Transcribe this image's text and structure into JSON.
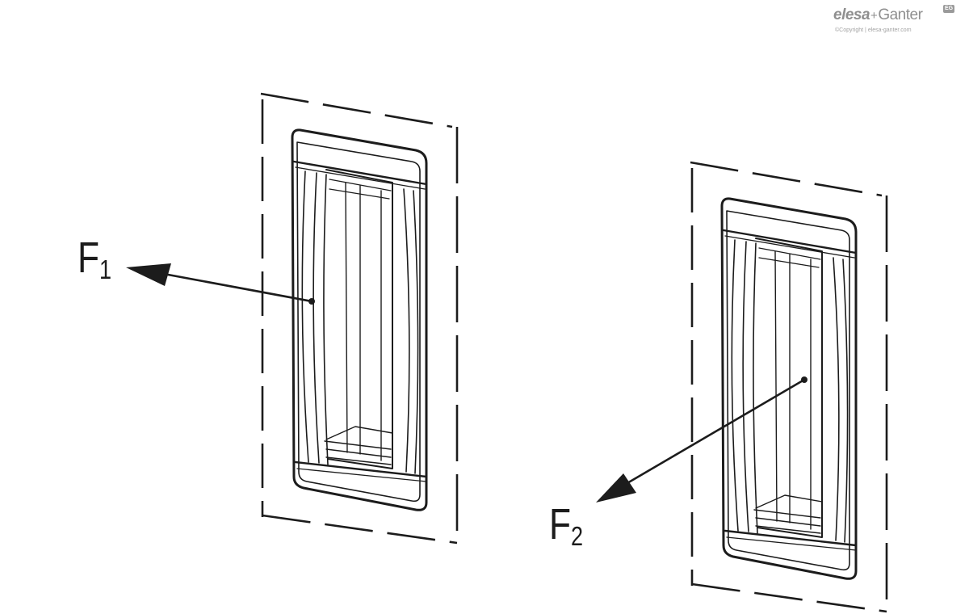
{
  "logo": {
    "brand_part1": "elesa",
    "brand_plus": "+",
    "brand_part2": "Ganter",
    "badge": "EG",
    "copyright": "©Copyright | elesa-ganter.com"
  },
  "forces": [
    {
      "symbol": "F",
      "subscript": "1"
    },
    {
      "symbol": "F",
      "subscript": "2"
    }
  ],
  "colors": {
    "line": "#1c1c1c",
    "fill": "#ffffff",
    "logo": "#8f8f8f"
  }
}
